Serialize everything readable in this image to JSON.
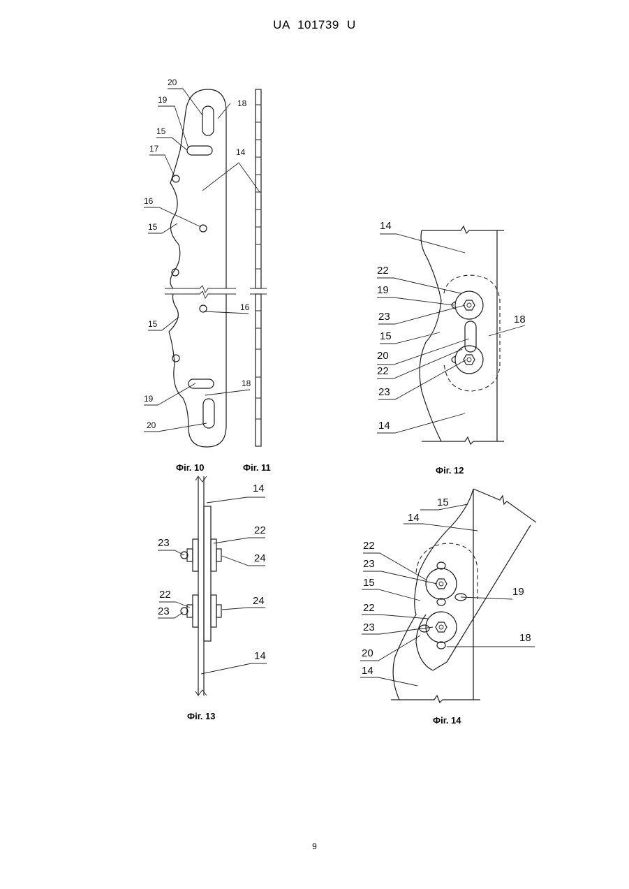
{
  "header": {
    "text": "UA   101739   U"
  },
  "page_number": "9",
  "captions": {
    "fig10": "Фіг. 10",
    "fig11": "Фіг. 11",
    "fig12": "Фіг. 12",
    "fig13": "Фіг. 13",
    "fig14": "Фіг. 14"
  },
  "labels": {
    "fig10": [
      "20",
      "19",
      "15",
      "17",
      "16",
      "15",
      "18",
      "14",
      "15",
      "16",
      "19",
      "20",
      "18"
    ],
    "fig12": [
      "14",
      "22",
      "19",
      "23",
      "15",
      "20",
      "22",
      "23",
      "18",
      "14"
    ],
    "fig13": [
      "14",
      "23",
      "22",
      "24",
      "22",
      "23",
      "24",
      "14"
    ],
    "fig14": [
      "15",
      "14",
      "22",
      "23",
      "15",
      "22",
      "23",
      "20",
      "14",
      "19",
      "18"
    ]
  }
}
